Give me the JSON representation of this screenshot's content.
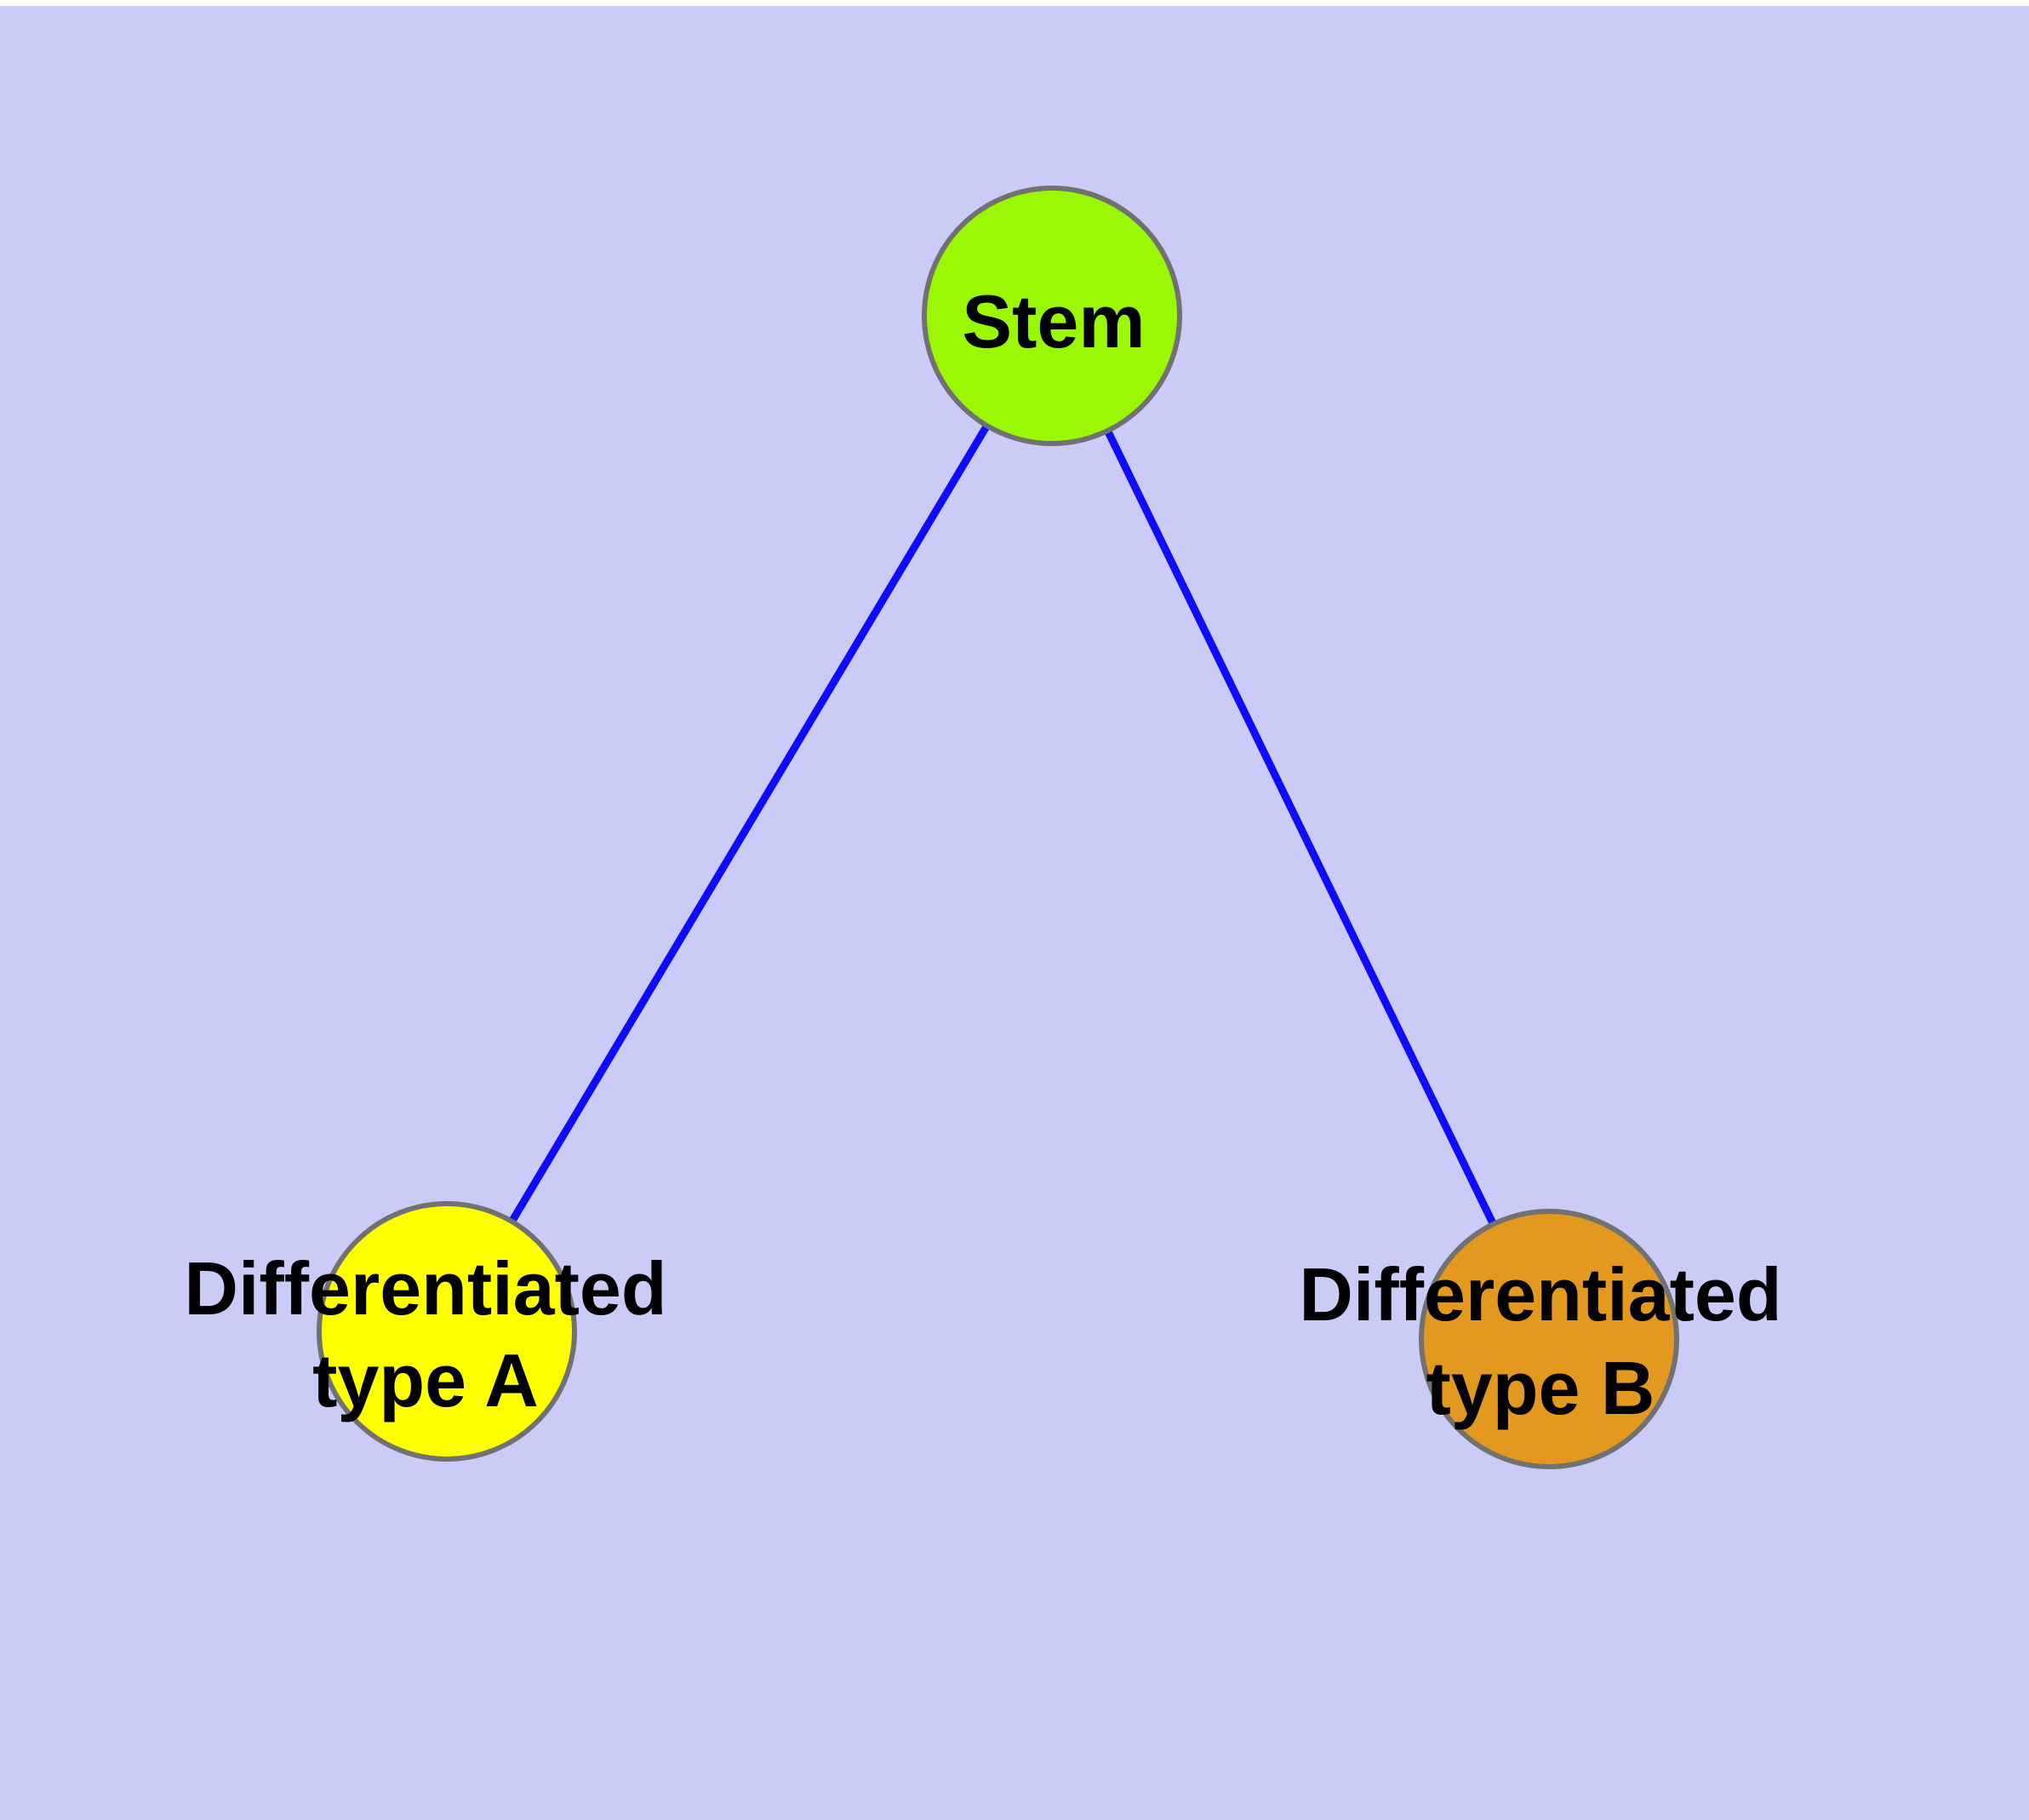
{
  "page": {
    "margin_color": "#FFFFFF",
    "background_color": "#CBCBF8"
  },
  "graph": {
    "description": "Stem cell differentiation graph with one parent node and two child nodes",
    "edge_color": "#0D0DFA",
    "node_border_color": "#717171",
    "label_color": "#000000",
    "nodes": [
      {
        "id": "stem",
        "label": "Stem",
        "fill": "#9AF805"
      },
      {
        "id": "differentiated-type-a",
        "label": "Differentiated type A",
        "line1": "Differentiated",
        "line2": "type A",
        "fill": "#FFFF00"
      },
      {
        "id": "differentiated-type-b",
        "label": "Differentiated type B",
        "line1": "Differentiated",
        "line2": "type B",
        "fill": "#E3981F"
      }
    ],
    "edges": [
      {
        "from": "stem",
        "to": "differentiated-type-a"
      },
      {
        "from": "stem",
        "to": "differentiated-type-b"
      }
    ]
  }
}
